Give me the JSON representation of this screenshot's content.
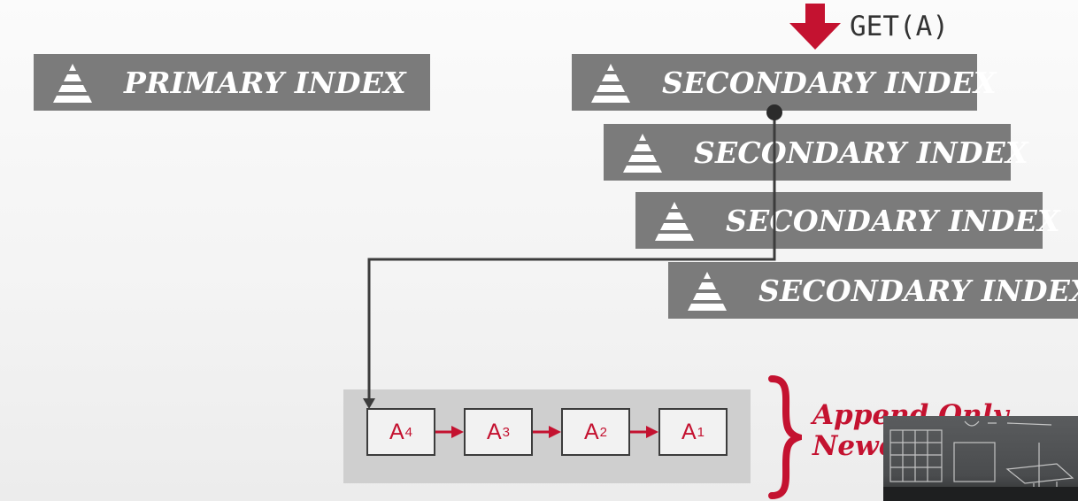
{
  "primary_index": {
    "label": "PRIMARY INDEX"
  },
  "secondary_indexes": [
    {
      "label": "SECONDARY INDEX"
    },
    {
      "label": "SECONDARY INDEX"
    },
    {
      "label": "SECONDARY INDEX"
    },
    {
      "label": "SECONDARY INDEX"
    }
  ],
  "query": {
    "label": "GET(A)"
  },
  "version_chain": [
    {
      "base": "A",
      "sub": "4"
    },
    {
      "base": "A",
      "sub": "3"
    },
    {
      "base": "A",
      "sub": "2"
    },
    {
      "base": "A",
      "sub": "1"
    }
  ],
  "annotation": {
    "line1": "Append Only",
    "line2": "Newest"
  },
  "colors": {
    "box": "#7b7b7b",
    "accent": "#c41230",
    "line": "#3c3c3c"
  },
  "icons": {
    "index": "pyramid-icon",
    "query_arrow": "arrow-down-icon"
  }
}
